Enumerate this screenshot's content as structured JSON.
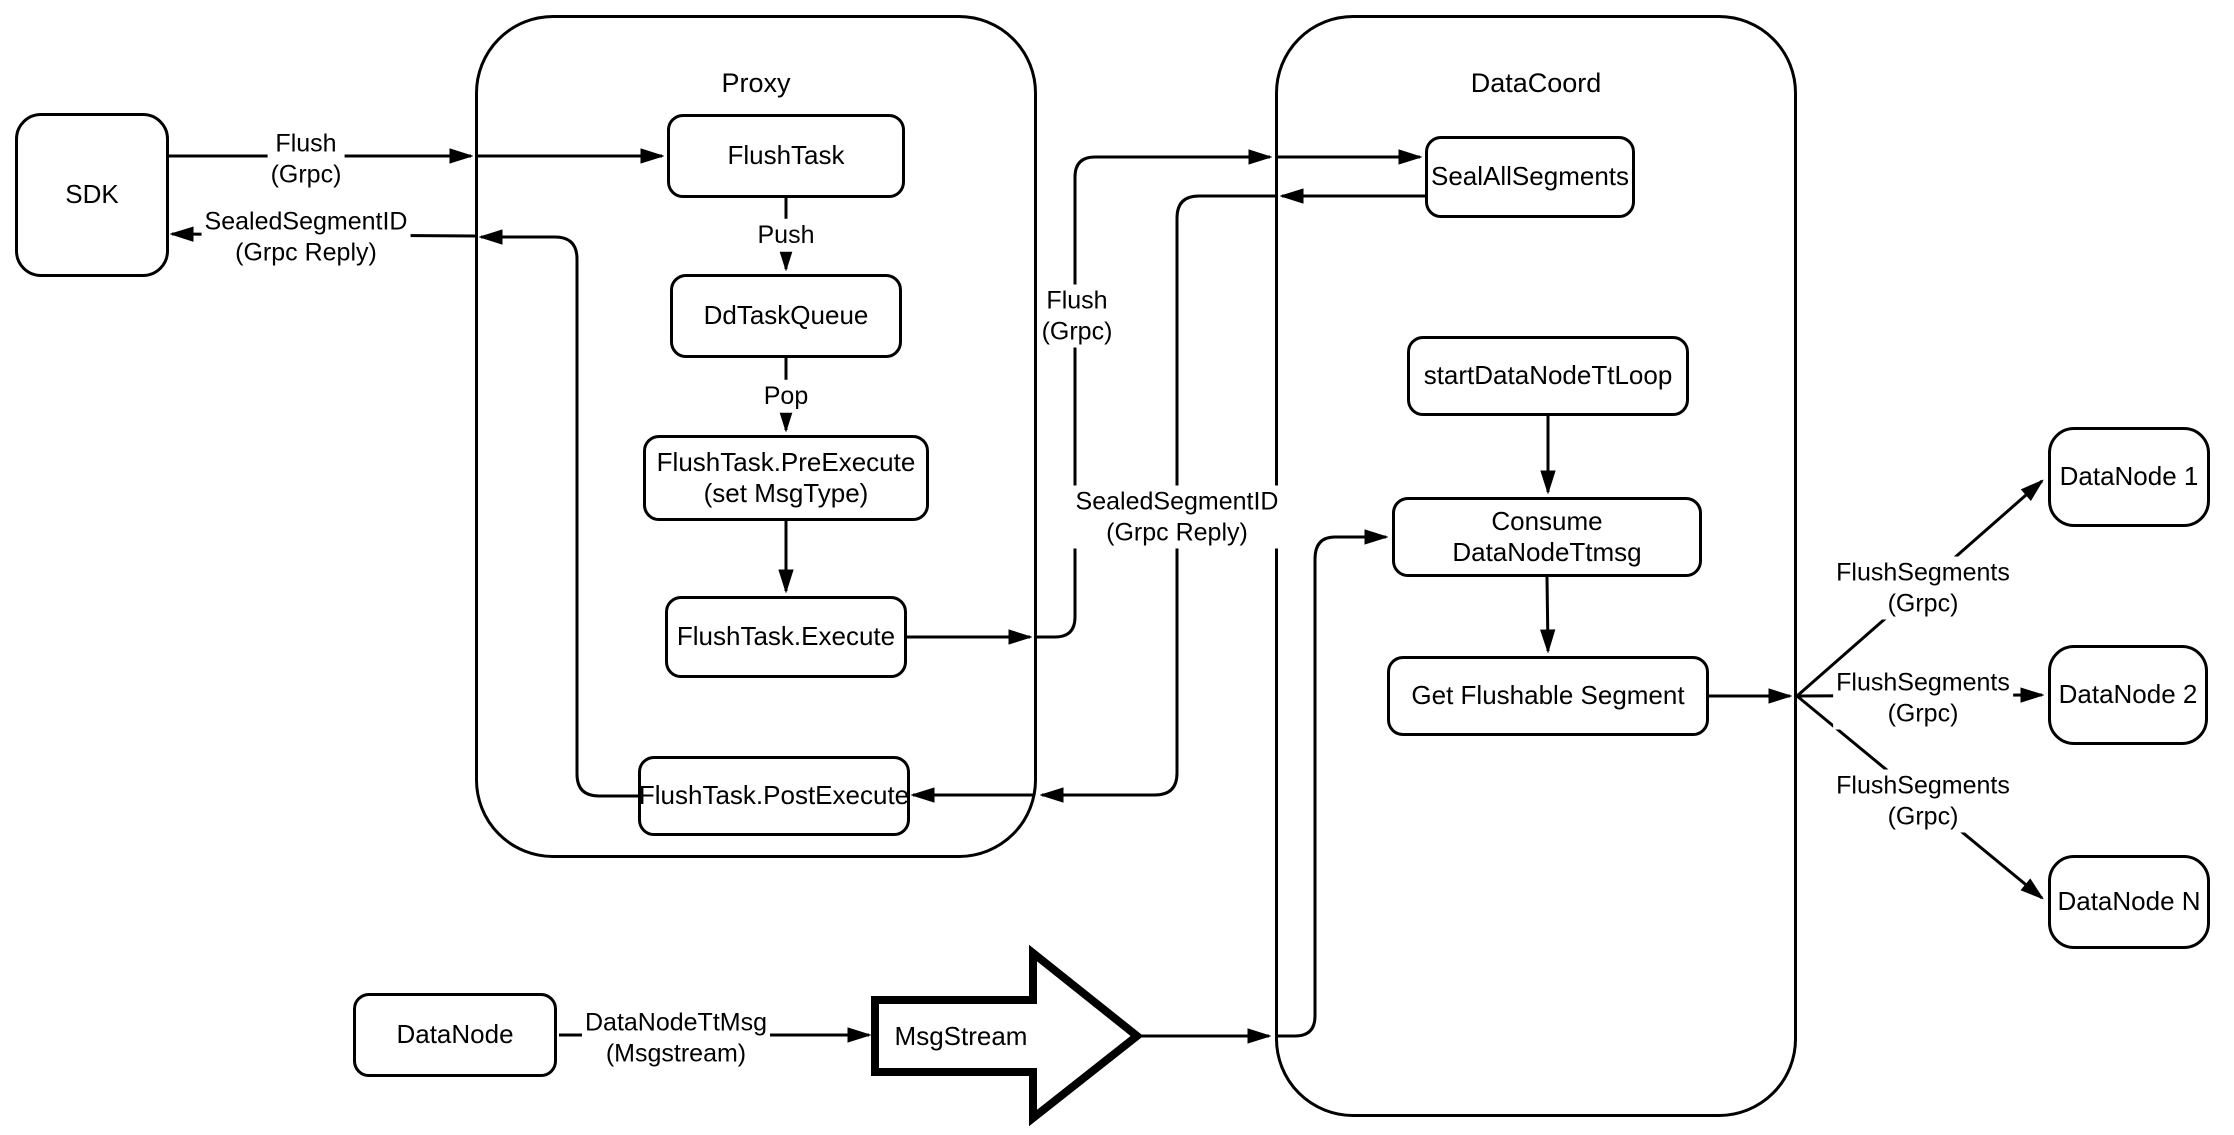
{
  "colors": {
    "stroke": "#000000",
    "background": "#ffffff"
  },
  "containers": {
    "proxy": {
      "label": "Proxy"
    },
    "datacoord": {
      "label": "DataCoord"
    }
  },
  "nodes": {
    "sdk": {
      "label": "SDK"
    },
    "flushtask": {
      "label": "FlushTask"
    },
    "ddtaskqueue": {
      "label": "DdTaskQueue"
    },
    "preexecute": {
      "label": "FlushTask.PreExecute",
      "sublabel": "(set MsgType)"
    },
    "execute": {
      "label": "FlushTask.Execute"
    },
    "postexecute": {
      "label": "FlushTask.PostExecute"
    },
    "sealallsegments": {
      "label": "SealAllSegments"
    },
    "startdatanodettloop": {
      "label": "startDataNodeTtLoop"
    },
    "consumedatanodettmsg": {
      "label": "Consume DataNodeTtmsg"
    },
    "getflushablesegment": {
      "label": "Get Flushable Segment"
    },
    "datanode1": {
      "label": "DataNode 1"
    },
    "datanode2": {
      "label": "DataNode 2"
    },
    "datanoden": {
      "label": "DataNode N"
    },
    "datanode_bottom": {
      "label": "DataNode"
    },
    "msgstream": {
      "label": "MsgStream"
    }
  },
  "edge_labels": {
    "flush_sdk_proxy": {
      "line1": "Flush",
      "line2": "(Grpc)"
    },
    "sealed_proxy_sdk": {
      "line1": "SealedSegmentID",
      "line2": "(Grpc Reply)"
    },
    "push": {
      "line1": "Push"
    },
    "pop": {
      "line1": "Pop"
    },
    "flush_proxy_datacoord": {
      "line1": "Flush",
      "line2": "(Grpc)"
    },
    "sealed_datacoord_proxy": {
      "line1": "SealedSegmentID",
      "line2": "(Grpc Reply)"
    },
    "flushsegments_dn1": {
      "line1": "FlushSegments",
      "line2": "(Grpc)"
    },
    "flushsegments_dn2": {
      "line1": "FlushSegments",
      "line2": "(Grpc)"
    },
    "flushsegments_dnn": {
      "line1": "FlushSegments",
      "line2": "(Grpc)"
    },
    "datanodettmsg": {
      "line1": "DataNodeTtMsg",
      "line2": "(Msgstream)"
    }
  },
  "edges": [
    {
      "from": "SDK",
      "to": "FlushTask",
      "label": "Flush (Grpc)"
    },
    {
      "from": "FlushTask",
      "to": "DdTaskQueue",
      "label": "Push"
    },
    {
      "from": "DdTaskQueue",
      "to": "FlushTask.PreExecute (set MsgType)",
      "label": "Pop"
    },
    {
      "from": "FlushTask.PreExecute (set MsgType)",
      "to": "FlushTask.Execute",
      "label": ""
    },
    {
      "from": "FlushTask.Execute",
      "to": "SealAllSegments",
      "label": "Flush (Grpc)"
    },
    {
      "from": "SealAllSegments",
      "to": "FlushTask.PostExecute",
      "label": "SealedSegmentID (Grpc Reply)"
    },
    {
      "from": "FlushTask.PostExecute",
      "to": "SDK",
      "label": "SealedSegmentID (Grpc Reply)"
    },
    {
      "from": "startDataNodeTtLoop",
      "to": "Consume DataNodeTtmsg",
      "label": ""
    },
    {
      "from": "Consume DataNodeTtmsg",
      "to": "Get Flushable Segment",
      "label": ""
    },
    {
      "from": "Get Flushable Segment",
      "to": "DataNode 1",
      "label": "FlushSegments (Grpc)"
    },
    {
      "from": "Get Flushable Segment",
      "to": "DataNode 2",
      "label": "FlushSegments (Grpc)"
    },
    {
      "from": "Get Flushable Segment",
      "to": "DataNode N",
      "label": "FlushSegments (Grpc)"
    },
    {
      "from": "DataNode",
      "to": "MsgStream",
      "label": "DataNodeTtMsg (Msgstream)"
    },
    {
      "from": "MsgStream",
      "to": "Consume DataNodeTtmsg",
      "label": ""
    }
  ]
}
